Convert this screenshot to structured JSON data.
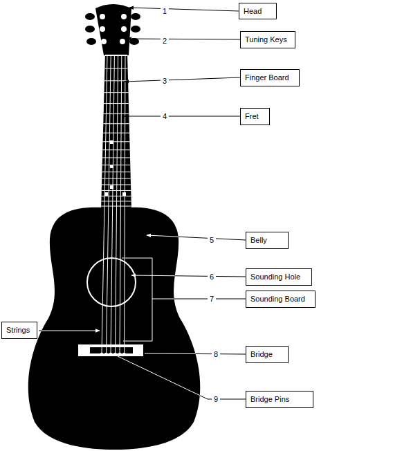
{
  "diagram": {
    "nodes": [
      {
        "text": [
          "Head"
        ]
      },
      {
        "text": [
          "Tuning Keys"
        ]
      },
      {
        "text": [
          "Finger Board"
        ]
      },
      {
        "text": [
          "Fret"
        ]
      },
      {
        "text": [
          "Belly"
        ]
      },
      {
        "text": [
          "Sounding Hole"
        ]
      },
      {
        "text": [
          "Sounding Board"
        ]
      },
      {
        "text": [
          "Strings"
        ]
      },
      {
        "text": [
          "Bridge"
        ]
      },
      {
        "text": [
          "Bridge Pins"
        ]
      }
    ],
    "labels": [
      "1",
      "2",
      "3",
      "4",
      "5",
      "6",
      "7",
      "8",
      "9"
    ]
  }
}
